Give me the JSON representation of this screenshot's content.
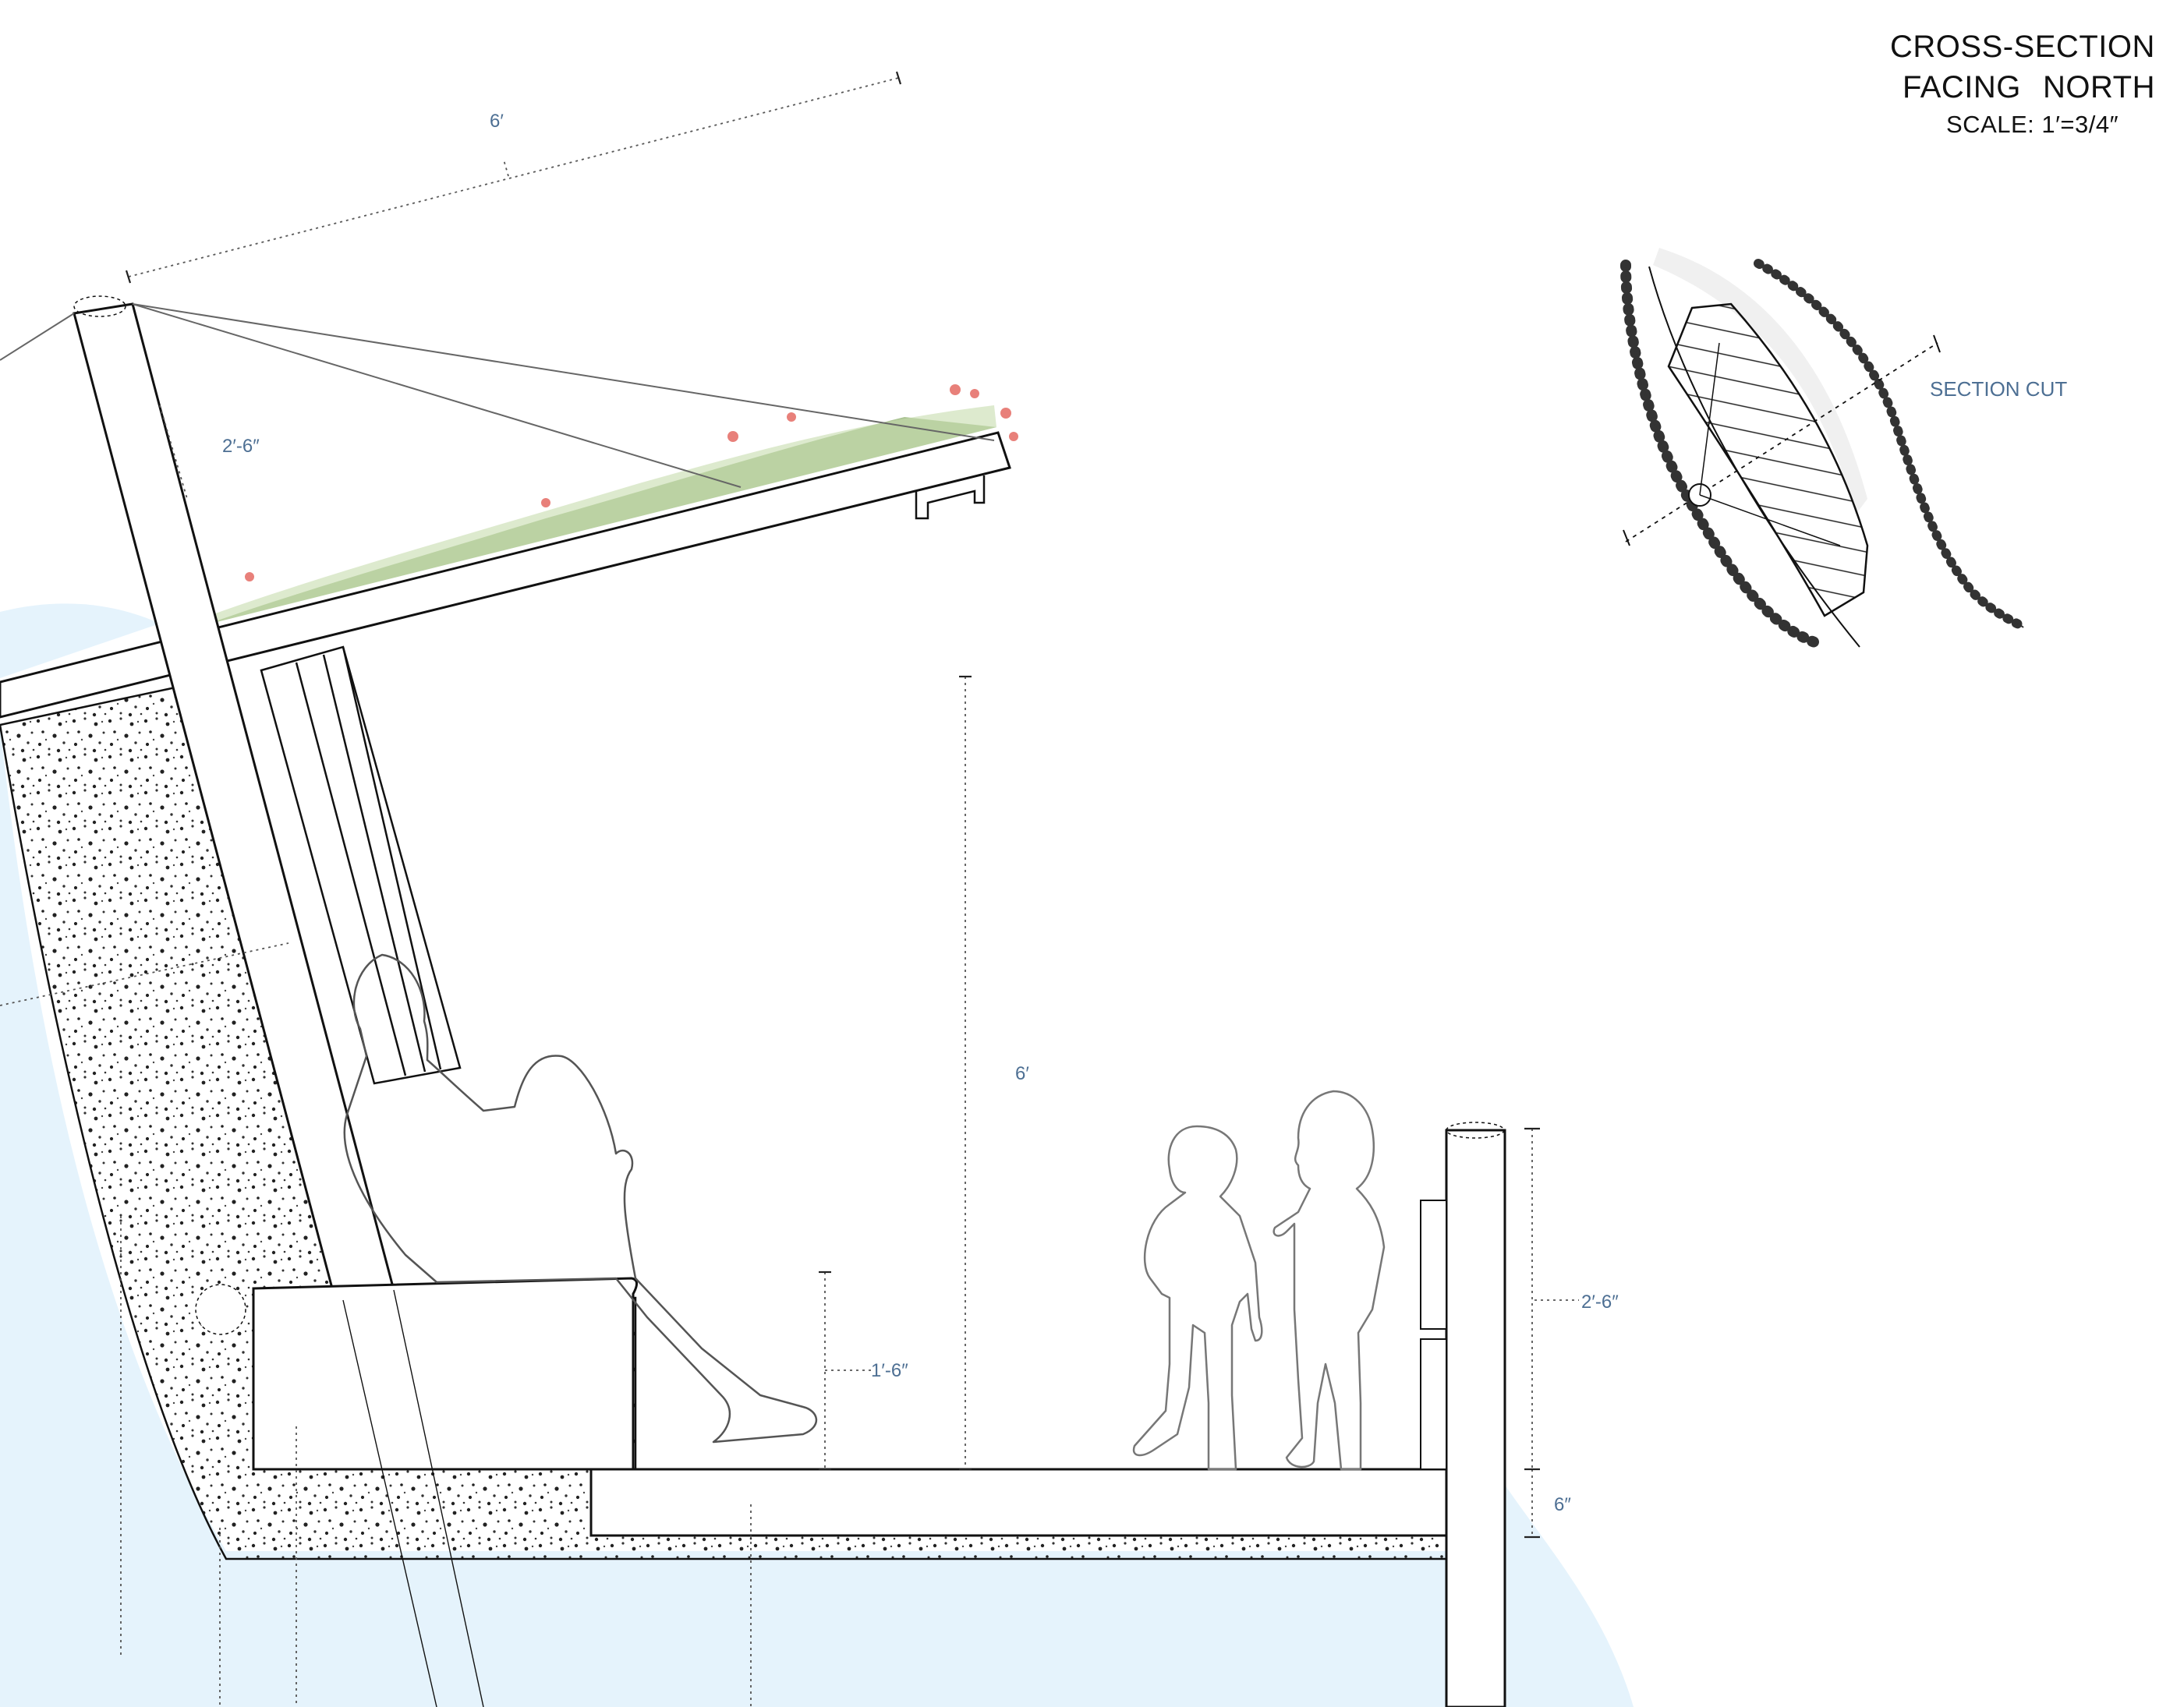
{
  "title": {
    "line1": "CROSS-SECTION",
    "line2_a": "FACING",
    "line2_b": "NORTH",
    "scale": "SCALE: 1′=3/4″"
  },
  "dimensions": {
    "roof_span": "6′",
    "post_head": "2′-6″",
    "clear_height": "6′",
    "bench_height": "1′-6″",
    "railing_height": "2′-6″",
    "deck_thickness": "6″"
  },
  "key_plan": {
    "label": "SECTION CUT"
  },
  "colors": {
    "water": "#e5f3fc",
    "line": "#111111",
    "dimension_text": "#4d6f93",
    "vegetation": "#8fb070"
  }
}
